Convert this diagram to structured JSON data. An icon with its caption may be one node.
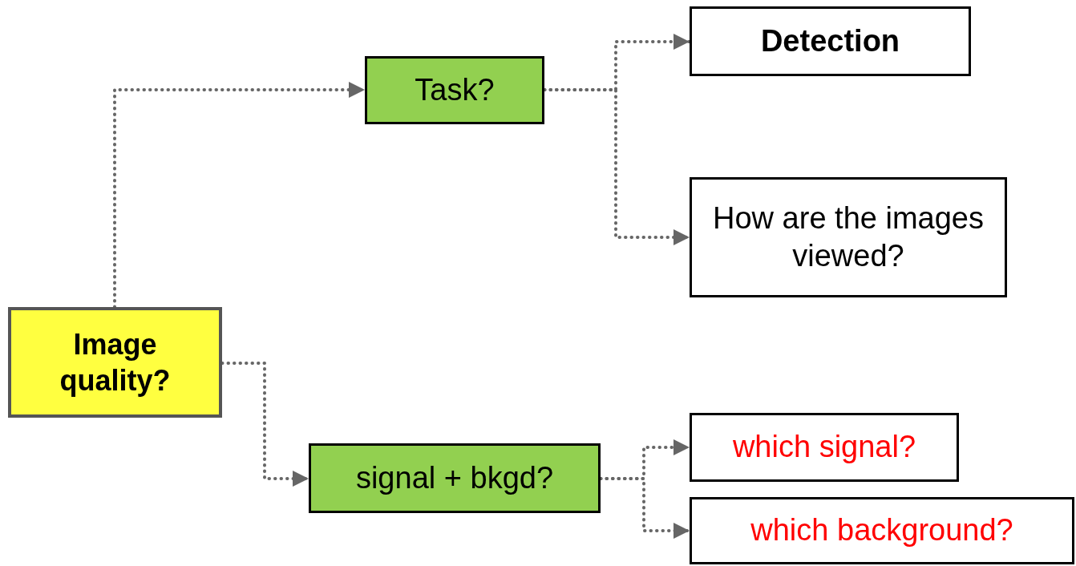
{
  "diagram": {
    "nodes": [
      {
        "text": [
          "Image quality?"
        ]
      },
      {
        "text": [
          "Task?"
        ]
      },
      {
        "text": [
          "Detection"
        ]
      },
      {
        "text": [
          "How are the images viewed?"
        ]
      },
      {
        "text": [
          "signal + bkgd?"
        ]
      },
      {
        "text": [
          "which signal?"
        ]
      },
      {
        "text": [
          "which background?"
        ]
      }
    ],
    "edges": [
      {
        "from": 0,
        "to": 1,
        "arrow": "to"
      },
      {
        "from": 0,
        "to": 4,
        "arrow": "to"
      },
      {
        "from": 1,
        "to": 2,
        "arrow": "to"
      },
      {
        "from": 1,
        "to": 3,
        "arrow": "to"
      },
      {
        "from": 4,
        "to": 5,
        "arrow": "to"
      },
      {
        "from": 4,
        "to": 6,
        "arrow": "to"
      }
    ]
  }
}
